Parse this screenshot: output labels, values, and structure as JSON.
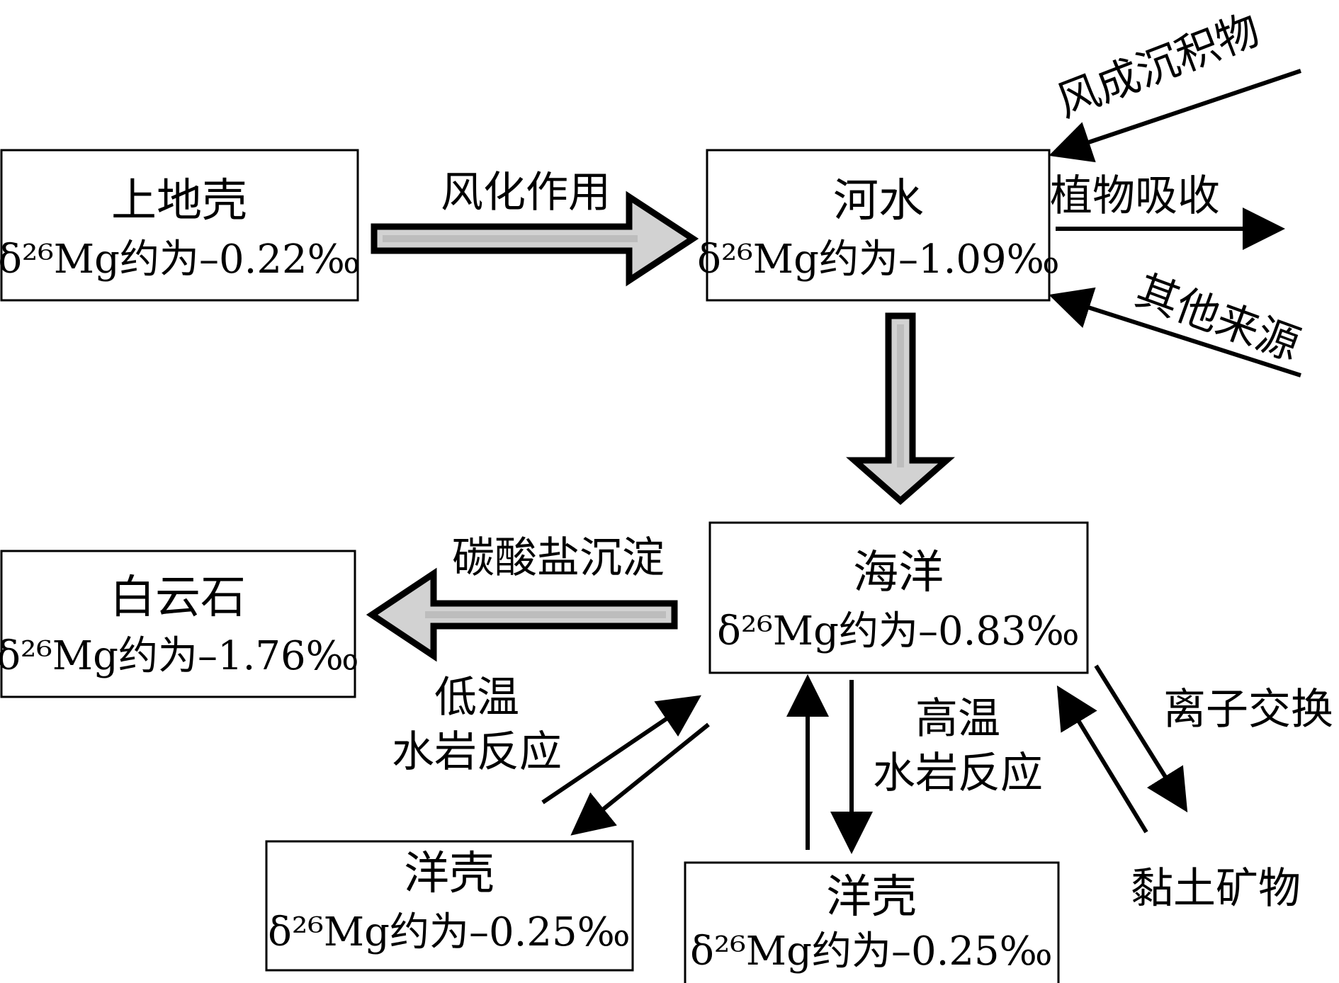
{
  "nodes": {
    "upper_crust": {
      "name": "上地壳",
      "value": "δ²⁶Mg约为–0.22‰"
    },
    "river": {
      "name": "河水",
      "value": "δ²⁶Mg约为–1.09‰"
    },
    "ocean": {
      "name": "海洋",
      "value": "δ²⁶Mg约为–0.83‰"
    },
    "dolomite": {
      "name": "白云石",
      "value": "δ²⁶Mg约为–1.76‰"
    },
    "crust_low": {
      "name": "洋壳",
      "value": "δ²⁶Mg约为–0.25‰"
    },
    "crust_high": {
      "name": "洋壳",
      "value": "δ²⁶Mg约为–0.25‰"
    }
  },
  "labels": {
    "weathering": "风化作用",
    "aeolian": "风成沉积物",
    "plant_uptake": "植物吸收",
    "other_sources": "其他来源",
    "carbonate": "碳酸盐沉淀",
    "low_temp_1": "低温",
    "low_temp_2": "水岩反应",
    "high_temp_1": "高温",
    "high_temp_2": "水岩反应",
    "ion_exchange": "离子交换",
    "clay": "黏土矿物"
  }
}
